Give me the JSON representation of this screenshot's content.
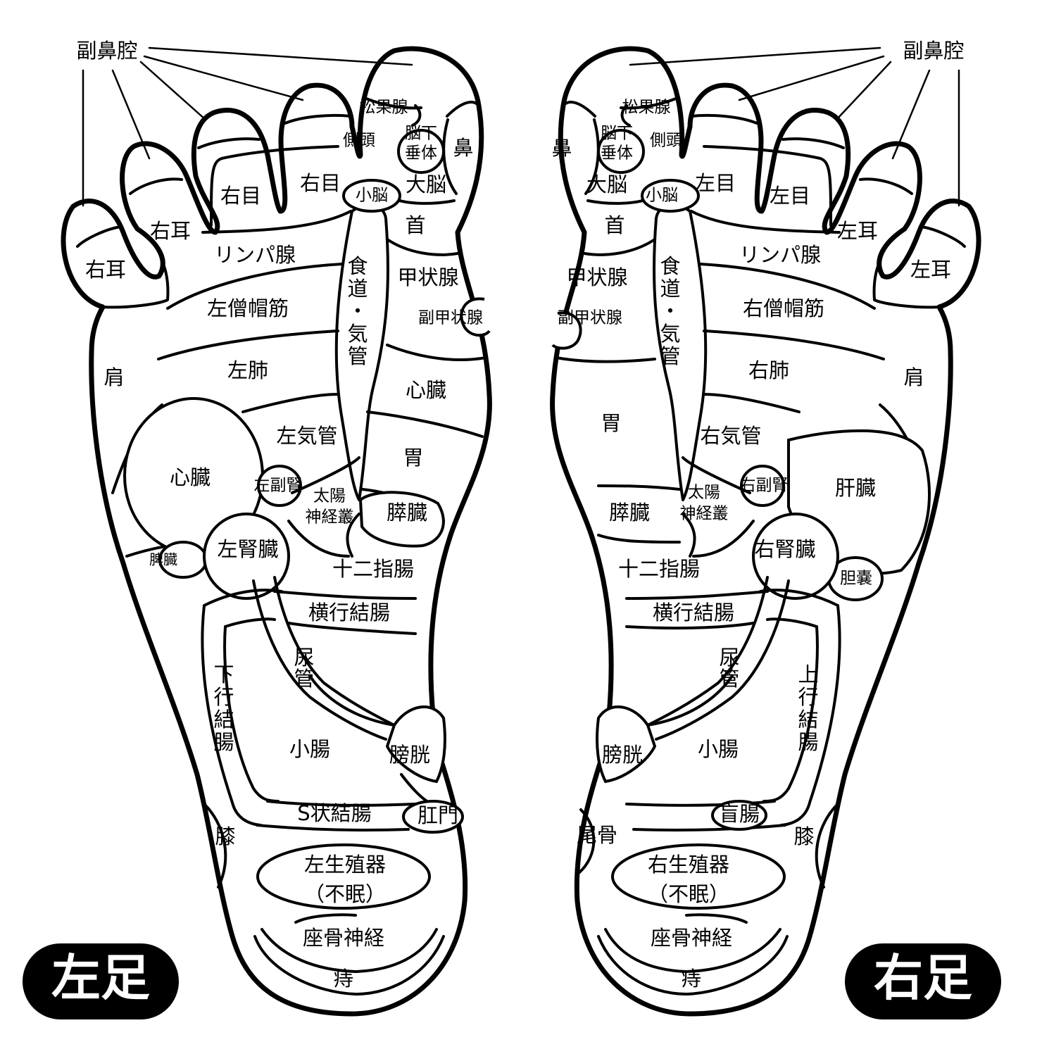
{
  "feet": {
    "left": {
      "badge": "左足",
      "labels": {
        "sinus": "副鼻腔",
        "pineal": "松果腺",
        "temporal": "側頭",
        "pituitary_1": "脳下",
        "pituitary_2": "垂体",
        "nose": "鼻",
        "cerebellum": "小脳",
        "cerebrum": "大脳",
        "eye_a": "右目",
        "eye_b": "右目",
        "ear_a": "右耳",
        "ear_b": "右耳",
        "neck": "首",
        "lymph": "リンパ腺",
        "esophagus_1": "食",
        "esophagus_2": "道",
        "esophagus_3": "・",
        "esophagus_4": "気",
        "esophagus_5": "管",
        "thyroid": "甲状腺",
        "parathyroid": "副甲状腺",
        "trapezius": "左僧帽筋",
        "shoulder": "肩",
        "lung": "左肺",
        "heart_mid": "心臓",
        "bronchus": "左気管",
        "stomach": "胃",
        "heart": "心臓",
        "adrenal": "左副腎",
        "solar_1": "太陽",
        "solar_2": "神経叢",
        "pancreas": "膵臓",
        "spleen": "脾臓",
        "kidney": "左腎臓",
        "duodenum": "十二指腸",
        "transverse_colon": "横行結腸",
        "ureter_1": "尿",
        "ureter_2": "管",
        "descending_1": "下",
        "descending_2": "行",
        "descending_3": "結",
        "descending_4": "腸",
        "small_intestine": "小腸",
        "bladder": "膀胱",
        "sigmoid": "S状結腸",
        "anus": "肛門",
        "knee": "膝",
        "genital_1": "左生殖器",
        "genital_2": "（不眠）",
        "sciatic": "座骨神経",
        "hemorrhoid": "痔"
      }
    },
    "right": {
      "badge": "右足",
      "labels": {
        "sinus": "副鼻腔",
        "pineal": "松果腺",
        "temporal": "側頭",
        "pituitary_1": "脳下",
        "pituitary_2": "垂体",
        "nose": "鼻",
        "cerebellum": "小脳",
        "cerebrum": "大脳",
        "eye_a": "左目",
        "eye_b": "左目",
        "ear_a": "左耳",
        "ear_b": "左耳",
        "neck": "首",
        "lymph": "リンパ腺",
        "esophagus_1": "食",
        "esophagus_2": "道",
        "esophagus_3": "・",
        "esophagus_4": "気",
        "esophagus_5": "管",
        "thyroid": "甲状腺",
        "parathyroid": "副甲状腺",
        "trapezius": "右僧帽筋",
        "shoulder": "肩",
        "lung": "右肺",
        "stomach": "胃",
        "bronchus": "右気管",
        "liver": "肝臓",
        "adrenal": "右副腎",
        "solar_1": "太陽",
        "solar_2": "神経叢",
        "pancreas": "膵臓",
        "kidney": "右腎臓",
        "gallbladder": "胆嚢",
        "duodenum": "十二指腸",
        "transverse_colon": "横行結腸",
        "ureter_1": "尿",
        "ureter_2": "管",
        "ascending_1": "上",
        "ascending_2": "行",
        "ascending_3": "結",
        "ascending_4": "腸",
        "small_intestine": "小腸",
        "bladder": "膀胱",
        "cecum": "盲腸",
        "coccyx": "尾骨",
        "knee": "膝",
        "genital_1": "右生殖器",
        "genital_2": "（不眠）",
        "sciatic": "座骨神経",
        "hemorrhoid": "痔"
      }
    }
  }
}
